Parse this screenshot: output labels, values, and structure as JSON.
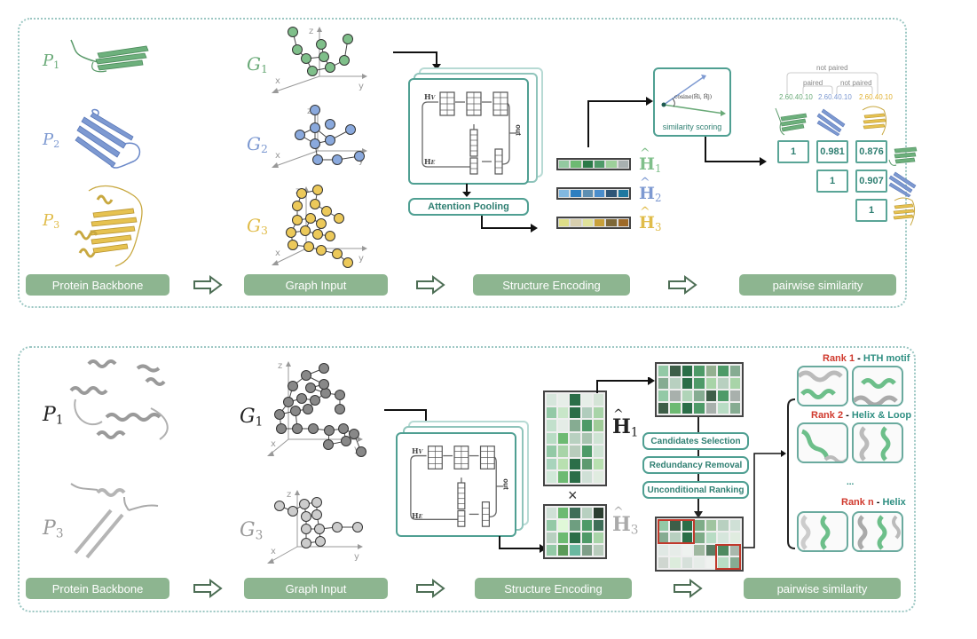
{
  "panels": [
    {
      "id": "top",
      "proteins": [
        {
          "symbol": "P",
          "index": "1",
          "color": "#6aaa78"
        },
        {
          "symbol": "P",
          "index": "2",
          "color": "#7d99d1"
        },
        {
          "symbol": "P",
          "index": "3",
          "color": "#e0bc4a"
        }
      ],
      "graphs": [
        {
          "symbol": "G",
          "index": "1",
          "color": "#6aaa78",
          "node_color": "#7fbf8a"
        },
        {
          "symbol": "G",
          "index": "2",
          "color": "#7d99d1",
          "node_color": "#8aa9dd"
        },
        {
          "symbol": "G",
          "index": "3",
          "color": "#e0bc4a",
          "node_color": "#ecc95a"
        }
      ],
      "axis_labels": {
        "x": "x",
        "y": "y",
        "z": "z"
      },
      "encoder": {
        "hv_label": "H",
        "hv_sub": "V",
        "he_label": "H",
        "he_sub": "E",
        "out_label": "out",
        "pooling_label": "Attention Pooling"
      },
      "embeddings": [
        {
          "label": "H",
          "index": "1",
          "color": "#7fbf8a",
          "cells": [
            "#93c9a0",
            "#6dba72",
            "#2b7a48",
            "#4e9a68",
            "#9dd09a",
            "#a8b0b0"
          ]
        },
        {
          "label": "H",
          "index": "2",
          "color": "#7d99d1",
          "cells": [
            "#82b8e0",
            "#2f7fc0",
            "#5e8fb2",
            "#4a8dcc",
            "#2e5577",
            "#1e78a0"
          ]
        },
        {
          "label": "H",
          "index": "3",
          "color": "#e0bc4a",
          "cells": [
            "#dede88",
            "#d8cfae",
            "#e0e29a",
            "#c8a03a",
            "#7e6838",
            "#9e6a28"
          ]
        }
      ],
      "similarity": {
        "formula": "cosine(Ĥi, Ĥj)",
        "label": "similarity scoring"
      },
      "pairing": {
        "outer": "not paired",
        "left": "paired",
        "right": "not paired"
      },
      "cath_codes": [
        {
          "code": "2.60.40.10",
          "color": "#6aaa78"
        },
        {
          "code": "2.60.40.10",
          "color": "#7d99d1"
        },
        {
          "code": "2.60.40.10",
          "color": "#e0b030"
        }
      ],
      "score_matrix": [
        [
          "1",
          "0.981",
          "0.876"
        ],
        [
          "",
          "1",
          "0.907"
        ],
        [
          "",
          "",
          "1"
        ]
      ],
      "stages": [
        "Protein Backbone",
        "Graph Input",
        "Structure Encoding",
        "pairwise similarity"
      ]
    },
    {
      "id": "bottom",
      "proteins": [
        {
          "symbol": "P",
          "index": "1",
          "color": "#222222"
        },
        {
          "symbol": "P",
          "index": "3",
          "color": "#999999"
        }
      ],
      "graphs": [
        {
          "symbol": "G",
          "index": "1",
          "color": "#222222",
          "node_color": "#888888"
        },
        {
          "symbol": "G",
          "index": "3",
          "color": "#999999",
          "node_color": "#cccccc"
        }
      ],
      "axis_labels": {
        "x": "x",
        "y": "y",
        "z": "z"
      },
      "encoder": {
        "hv_label": "H",
        "hv_sub": "V",
        "he_label": "H",
        "he_sub": "E",
        "out_label": "out"
      },
      "residue_embeddings": [
        {
          "label": "H",
          "index": "1",
          "color": "#222222"
        },
        {
          "label": "H",
          "index": "3",
          "color": "#aaaaaa"
        }
      ],
      "multiply_symbol": "×",
      "steps": [
        "Candidates Selection",
        "Redundancy Removal",
        "Unconditional Ranking"
      ],
      "ranks": [
        {
          "rank": "Rank 1",
          "desc": "HTH motif"
        },
        {
          "rank": "Rank 2",
          "desc": "Helix & Loop"
        },
        {
          "rank": "Rank n",
          "desc": "Helix"
        }
      ],
      "ellipsis": "...",
      "stages": [
        "Protein Backbone",
        "Graph Input",
        "Structure Encoding",
        "pairwise similarity"
      ]
    }
  ],
  "colors": {
    "teal": "#4f9f92",
    "stage_fill": "#8db590",
    "panel_border": "#9cc7c3",
    "rank_red": "#d03a2e",
    "rank_teal": "#2f8f82"
  }
}
